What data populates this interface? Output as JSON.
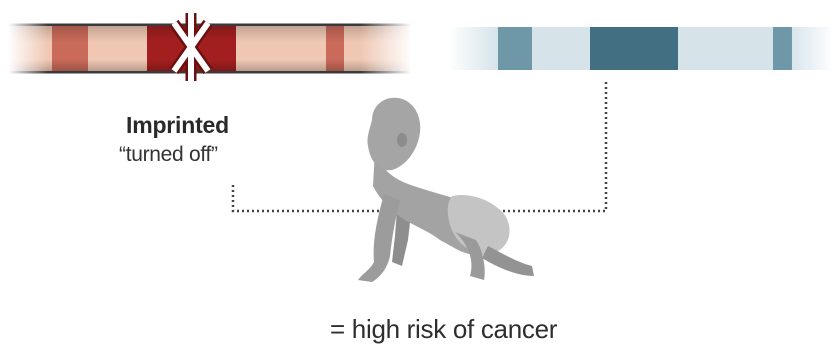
{
  "labels": {
    "imprinted_title": "Imprinted",
    "imprinted_subtitle": "“turned off”",
    "risk_caption": "= high risk of cancer"
  },
  "colors": {
    "maternal_dark": "#9e1f1f",
    "maternal_mid": "#c96a5a",
    "maternal_light": "#efc7b3",
    "paternal_dark": "#3f6e80",
    "paternal_mid": "#6e98a8",
    "paternal_light": "#d6e4ea",
    "baby_fill": "#a0a0a0",
    "baby_light": "#c6c6c6",
    "connector": "#444444"
  },
  "icons": {
    "silenced_marker": "x-mark-icon",
    "baby": "crawling-baby-icon"
  }
}
